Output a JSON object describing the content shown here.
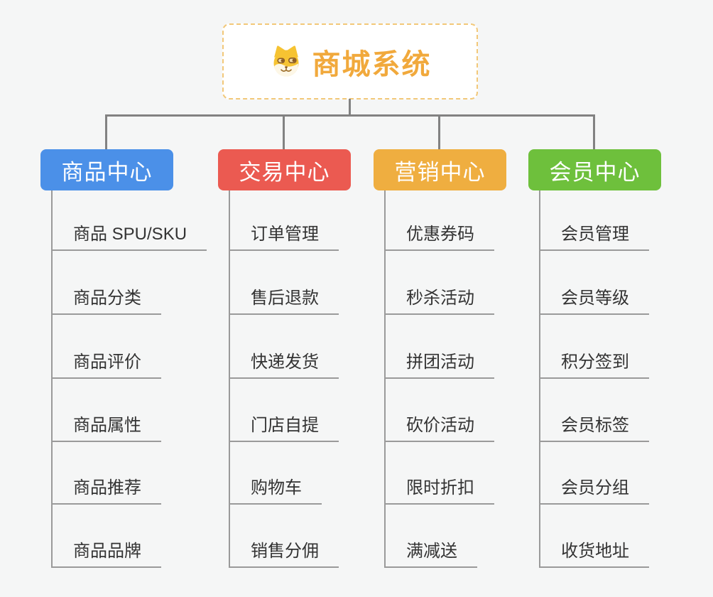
{
  "root": {
    "title": "商城系统",
    "icon": "doge-icon",
    "accent_color": "#f1a93c",
    "border_color": "#f2c879"
  },
  "connector_color": "#828282",
  "spine_color": "#9a9a9a",
  "leaf_text_color": "#333333",
  "background_color": "#f5f6f6",
  "branches": [
    {
      "label": "商品中心",
      "color": "#4b90e8",
      "items": [
        "商品 SPU/SKU",
        "商品分类",
        "商品评价",
        "商品属性",
        "商品推荐",
        "商品品牌"
      ]
    },
    {
      "label": "交易中心",
      "color": "#eb5a51",
      "items": [
        "订单管理",
        "售后退款",
        "快递发货",
        "门店自提",
        "购物车",
        "销售分佣"
      ]
    },
    {
      "label": "营销中心",
      "color": "#efae40",
      "items": [
        "优惠券码",
        "秒杀活动",
        "拼团活动",
        "砍价活动",
        "限时折扣",
        "满减送"
      ]
    },
    {
      "label": "会员中心",
      "color": "#6ec03c",
      "items": [
        "会员管理",
        "会员等级",
        "积分签到",
        "会员标签",
        "会员分组",
        "收货地址"
      ]
    }
  ]
}
